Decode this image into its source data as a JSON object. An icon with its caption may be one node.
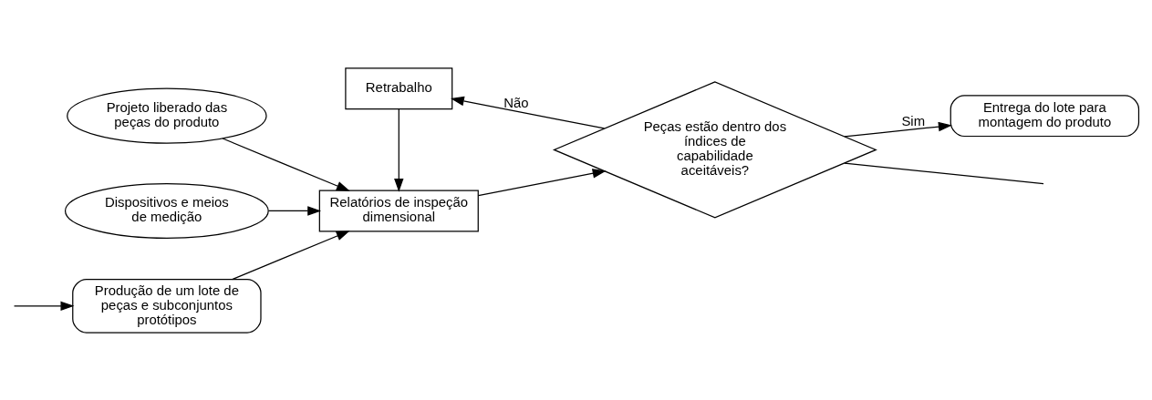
{
  "diagram": {
    "nodes": [
      {
        "text": [
          "Projeto liberado das peças do produto"
        ]
      },
      {
        "text": [
          "Dispositivos e meios de medição"
        ]
      },
      {
        "text": [
          "Produção de um lote de peças e subconjuntos protótipos"
        ]
      },
      {
        "text": [
          "Relatórios de inspeção dimensional"
        ]
      },
      {
        "text": [
          "Peças estão dentro dos índices de capabilidade aceitáveis?"
        ]
      },
      {
        "text": [
          "Entrega do lote para montagem do produto"
        ]
      },
      {
        "text": [
          "Retrabalho"
        ]
      }
    ],
    "edges": [
      {
        "from": 0,
        "to": 3,
        "arrow": "to"
      },
      {
        "from": 1,
        "to": 3,
        "arrow": "to"
      },
      {
        "from": 2,
        "to": 3,
        "arrow": "to"
      },
      {
        "from": 3,
        "to": 4,
        "arrow": "to"
      },
      {
        "from": 4,
        "to": 5,
        "label": "Sim",
        "arrow": "to"
      },
      {
        "from": 4,
        "to": 6,
        "label": "Não",
        "arrow": "to"
      },
      {
        "from": 6,
        "to": 3,
        "arrow": "to"
      },
      {
        "from": 4,
        "to": null,
        "arrow": "none"
      },
      {
        "from": null,
        "to": 2,
        "arrow": "to"
      }
    ]
  }
}
